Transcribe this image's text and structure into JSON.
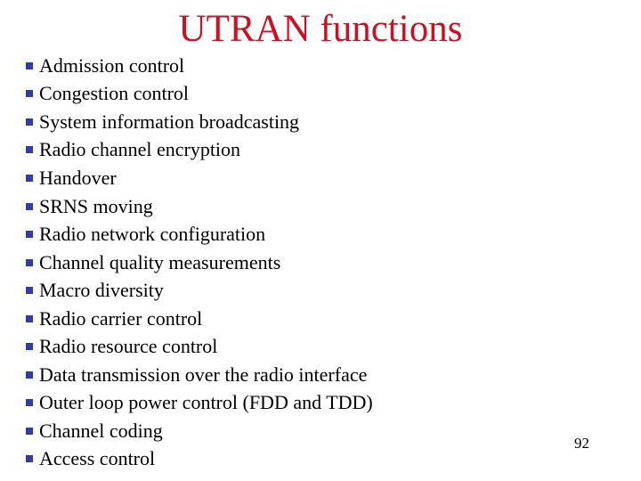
{
  "slide": {
    "title": "UTRAN functions",
    "title_color": "#cc1122",
    "bullet_color": "#3239b8",
    "page_number": "92"
  },
  "list": {
    "items": [
      "Admission control",
      "Congestion control",
      "System information broadcasting",
      "Radio channel encryption",
      "Handover",
      "SRNS moving",
      "Radio network configuration",
      "Channel quality measurements",
      "Macro diversity",
      "Radio carrier control",
      "Radio resource control",
      "Data transmission over the radio interface",
      "Outer loop power control (FDD and TDD)",
      "Channel coding",
      "Access control"
    ]
  }
}
